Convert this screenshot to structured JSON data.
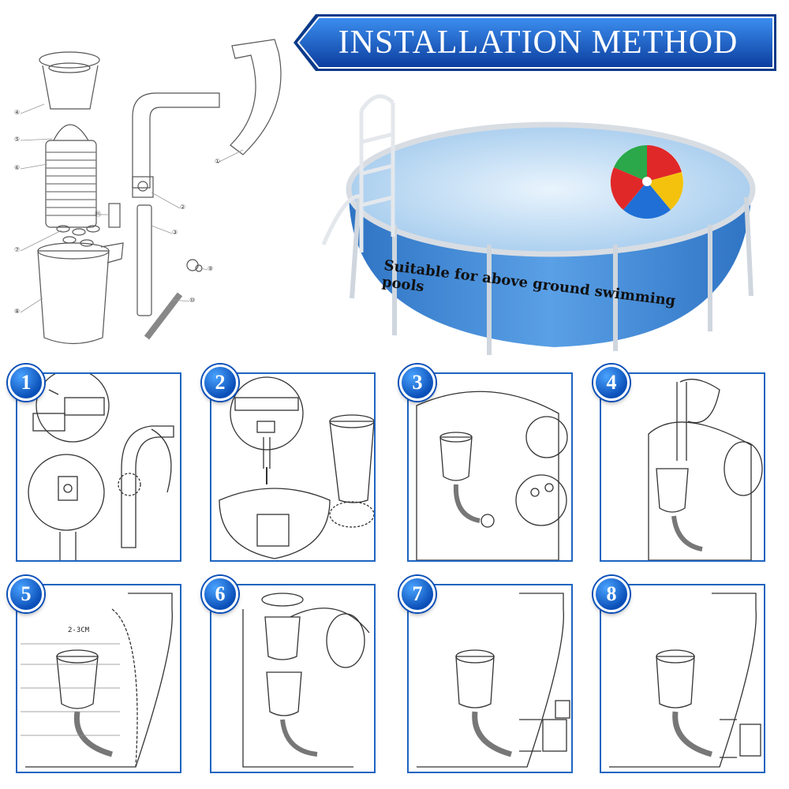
{
  "banner": {
    "title": "INSTALLATION METHOD"
  },
  "pool": {
    "caption": "Suitable for above ground swimming pools"
  },
  "parts": {
    "labels": [
      "①",
      "②",
      "③",
      "④",
      "⑤",
      "⑥",
      "⑦",
      "⑧",
      "⑨",
      "⑩",
      "⑪"
    ]
  },
  "steps": [
    {
      "number": "1"
    },
    {
      "number": "2"
    },
    {
      "number": "3"
    },
    {
      "number": "4"
    },
    {
      "number": "5",
      "measure": "2-3CM"
    },
    {
      "number": "6"
    },
    {
      "number": "7"
    },
    {
      "number": "8"
    }
  ],
  "colors": {
    "accent": "#1e64c0",
    "pool_blue": "#4a90d9",
    "water": "#cfe4f7"
  }
}
